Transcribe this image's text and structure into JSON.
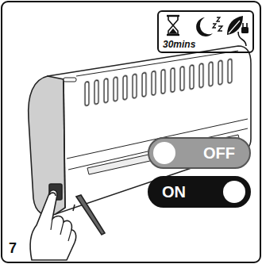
{
  "diagram": {
    "nodes": [
      {
        "text": [
          "30mins"
        ]
      },
      {
        "text": [
          "OFF"
        ]
      },
      {
        "text": [
          "ON"
        ]
      }
    ],
    "labels": [
      "7"
    ]
  }
}
